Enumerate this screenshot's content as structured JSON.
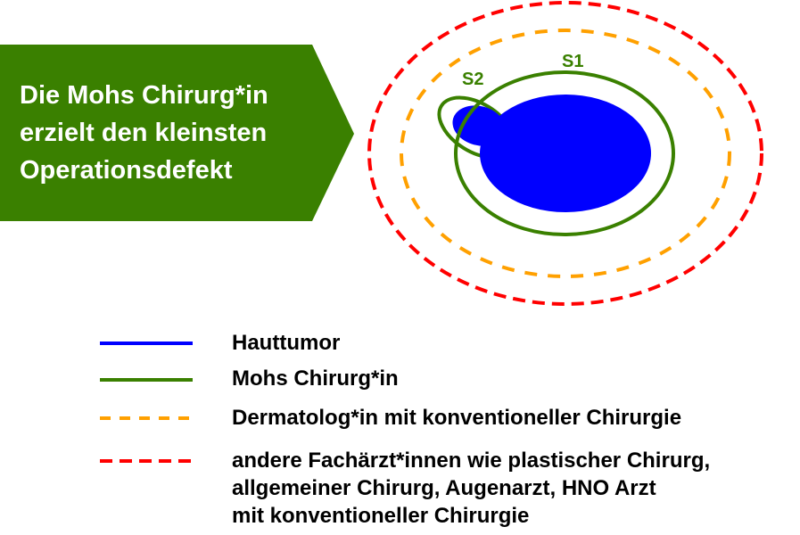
{
  "banner": {
    "text": "Die Mohs Chirurg*in\nerzielt den kleinsten\nOperationsdefekt"
  },
  "labels": {
    "s1": "S1",
    "s2": "S2"
  },
  "legend": [
    {
      "label": "Hauttumor",
      "color": "#0000ff",
      "style": "solid"
    },
    {
      "label": "Mohs Chirurg*in",
      "color": "#3a8000",
      "style": "solid"
    },
    {
      "label": "Dermatolog*in mit konventioneller Chirurgie",
      "color": "#ffa000",
      "style": "dashed"
    },
    {
      "label": "andere Fachärzt*innen wie plastischer Chirurg,\nallgemeiner Chirurg, Augenarzt, HNO Arzt\nmit konventioneller Chirurgie",
      "color": "#ff0000",
      "style": "dashed"
    }
  ]
}
